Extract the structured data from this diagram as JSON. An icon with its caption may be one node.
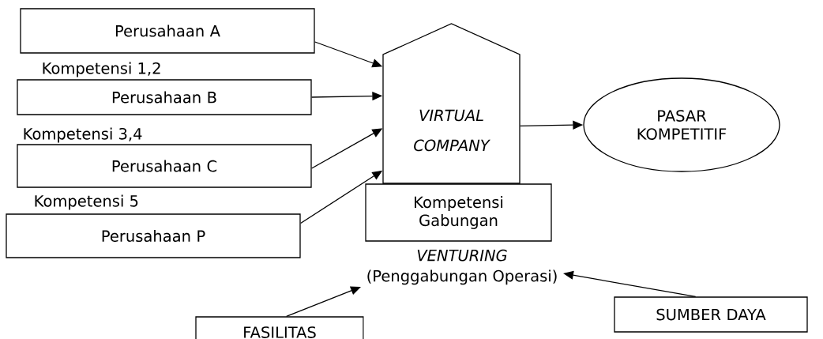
{
  "diagram": {
    "nodes": [
      {
        "text": [
          "Perusahaan A"
        ]
      },
      {
        "text": [
          "Perusahaan B"
        ]
      },
      {
        "text": [
          "Perusahaan C"
        ]
      },
      {
        "text": [
          "Perusahaan P"
        ]
      },
      {
        "text": [
          "VIRTUAL COMPANY"
        ]
      },
      {
        "text": [
          "Kompetensi Gabungan"
        ]
      },
      {
        "text": [
          "VENTURING",
          "(Penggabungan Operasi)"
        ]
      },
      {
        "text": [
          "PASAR KOMPETITIF"
        ]
      },
      {
        "text": [
          "FASILITAS"
        ]
      },
      {
        "text": [
          "SUMBER DAYA"
        ]
      }
    ],
    "edges": [
      {
        "from": 0,
        "to": 4,
        "arrow": "to"
      },
      {
        "from": 1,
        "to": 4,
        "arrow": "to"
      },
      {
        "from": 2,
        "to": 4,
        "arrow": "to"
      },
      {
        "from": 3,
        "to": 4,
        "arrow": "to"
      },
      {
        "from": 4,
        "to": 7,
        "arrow": "to"
      },
      {
        "from": 8,
        "to": 6,
        "arrow": "to"
      },
      {
        "from": 9,
        "to": 6,
        "arrow": "to"
      }
    ],
    "labels": [
      "Kompetensi 1,2",
      "Kompetensi 3,4",
      "Kompetensi 5"
    ]
  }
}
